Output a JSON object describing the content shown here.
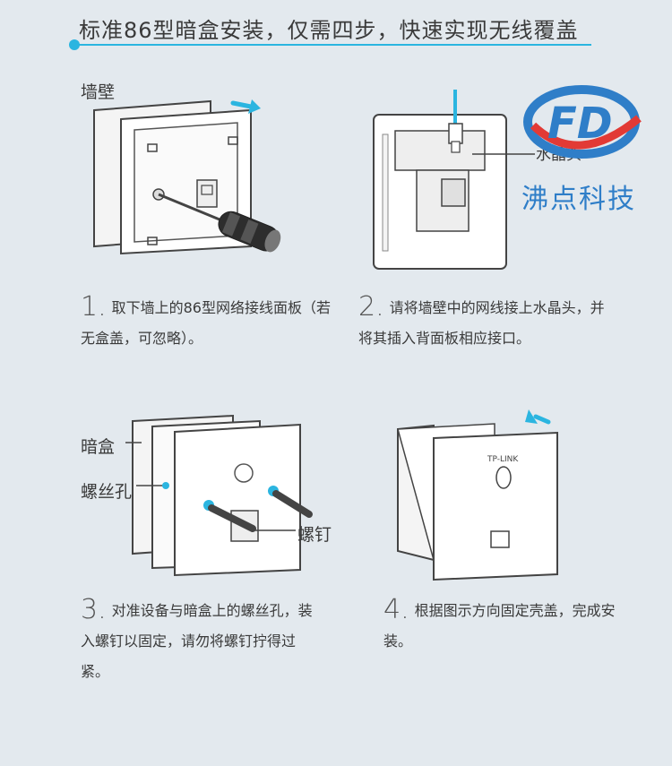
{
  "header": {
    "title": "标准86型暗盒安装，仅需四步，快速实现无线覆盖"
  },
  "brand": {
    "logo_letters": "FD",
    "name": "沸点科技",
    "logo_blue": "#2f7ec8",
    "logo_red": "#e23a35"
  },
  "steps": [
    {
      "number": "1.",
      "text": "取下墙上的86型网络接线面板（若无盒盖，可忽略）。",
      "labels": [
        "墙壁"
      ]
    },
    {
      "number": "2.",
      "text": "请将墙壁中的网线接上水晶头，并将其插入背面板相应接口。",
      "labels": [
        "水晶头"
      ]
    },
    {
      "number": "3.",
      "text": "对准设备与暗盒上的螺丝孔，装入螺钉以固定，请勿将螺钉拧得过紧。",
      "labels": [
        "暗盒",
        "螺丝孔",
        "螺钉"
      ]
    },
    {
      "number": "4.",
      "text": "根据图示方向固定壳盖，完成安装。",
      "labels": []
    }
  ],
  "device": {
    "brand_mark": "TP-LINK"
  },
  "colors": {
    "accent": "#2bb5e0",
    "background": "#e3e9ee"
  }
}
